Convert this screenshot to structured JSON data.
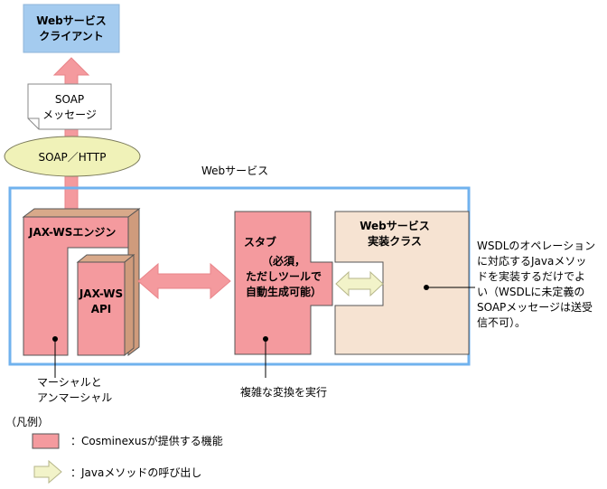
{
  "client": {
    "line1": "Webサービス",
    "line2": "クライアント"
  },
  "soap_message": {
    "line1": "SOAP",
    "line2": "メッセージ"
  },
  "transport_label": "SOAP／HTTP",
  "service_title": "Webサービス",
  "engine_label": "JAX-WSエンジン",
  "api": {
    "line1": "JAX-WS",
    "line2": "API"
  },
  "stub": {
    "line1": "スタブ",
    "line2": "（必須，",
    "line3": "ただしツールで",
    "line4": "自動生成可能）"
  },
  "impl": {
    "line1": "Webサービス",
    "line2": "実装クラス"
  },
  "note_impl": [
    "WSDLのオペレーション",
    "に対応するJavaメソッ",
    "ドを実装するだけでよ",
    "い（WSDLに未定義の",
    "SOAPメッセージは送受",
    "信不可）。"
  ],
  "note_marshal": {
    "line1": "マーシャルと",
    "line2": "アンマーシャル"
  },
  "note_convert": "複雑な変換を実行",
  "legend": {
    "title": "（凡例）",
    "cosminexus": "：Cosminexusが提供する機能",
    "java_call": "：Javaメソッドの呼び出し"
  },
  "colors": {
    "client_fill": "#a4cbef",
    "component_fill": "#f49a9e",
    "component_side": "#cf9b7c",
    "impl_fill": "#f6e3d2",
    "ellipse_fill": "#f0f2b8",
    "call_arrow_fill": "#f2f3c9",
    "frame_stroke": "#70b2ee"
  }
}
